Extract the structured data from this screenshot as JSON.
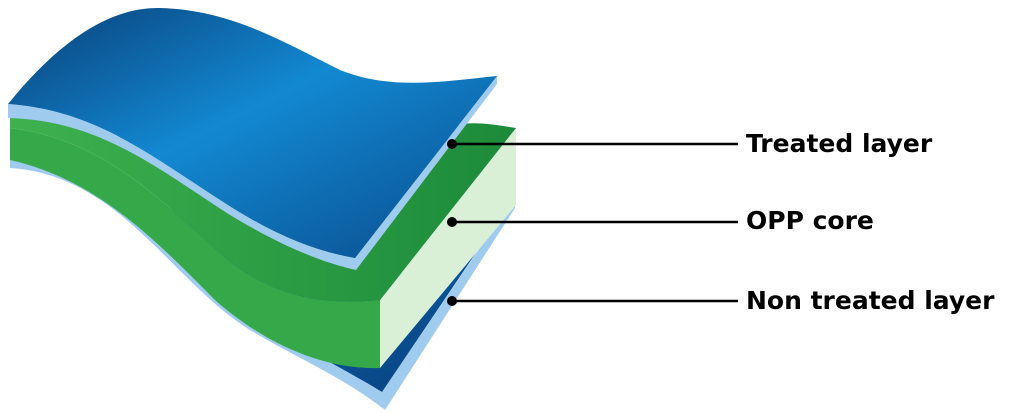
{
  "labels": {
    "treated_layer": "Treated layer",
    "opp_core": "OPP core",
    "non_treated_layer": "Non treated layer"
  },
  "colors": {
    "dark_blue": "#0b4d8c",
    "mid_blue": "#0f78c4",
    "light_blue_edge": "#9fc9ee",
    "green": "#2ea84a",
    "dark_green": "#1b7d36",
    "pale_green": "#d9efd6",
    "leader_line": "#000000"
  }
}
